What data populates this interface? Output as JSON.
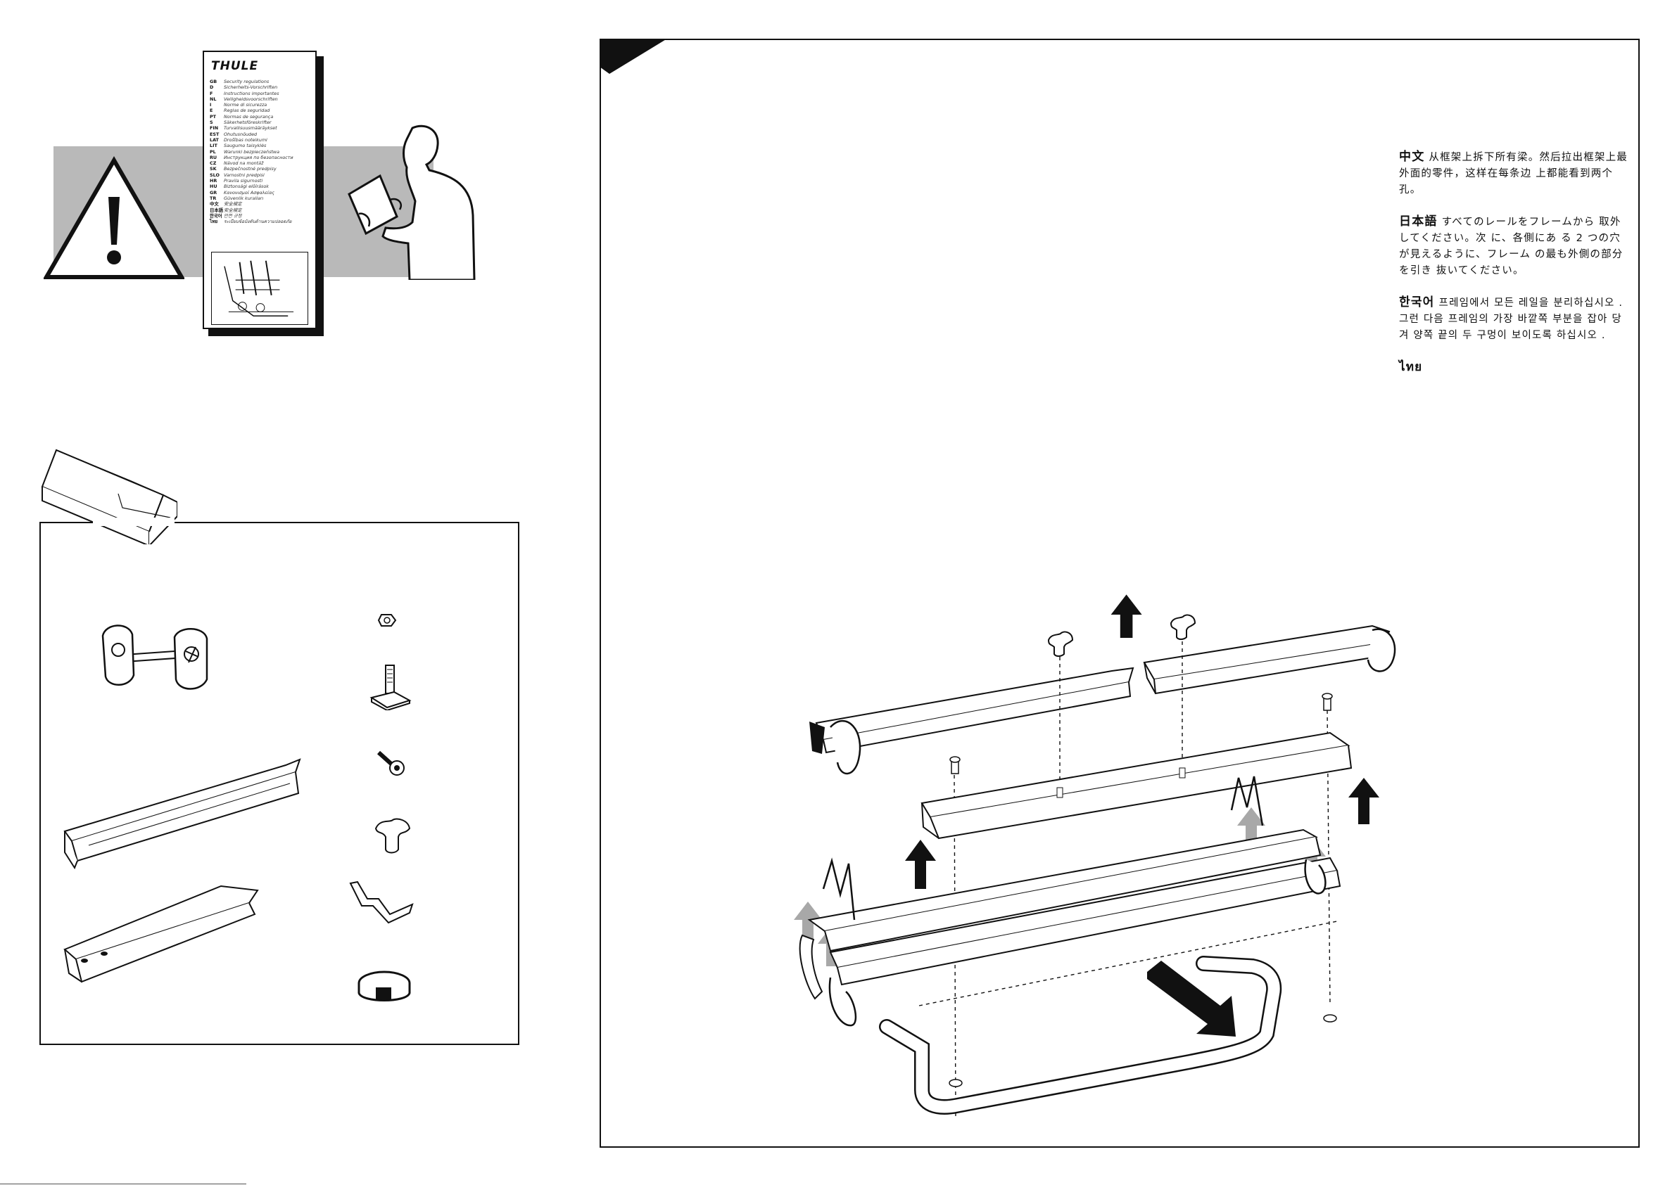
{
  "booklet": {
    "brand": "THULE",
    "languages": [
      {
        "code": "GB",
        "text": "Security regulations"
      },
      {
        "code": "D",
        "text": "Sicherheits-Vorschriften"
      },
      {
        "code": "F",
        "text": "Instructions importantes"
      },
      {
        "code": "NL",
        "text": "Veiligheidsvoorschriften"
      },
      {
        "code": "I",
        "text": "Norme di sicurezza"
      },
      {
        "code": "E",
        "text": "Reglas de seguridad"
      },
      {
        "code": "PT",
        "text": "Normas de segurança"
      },
      {
        "code": "S",
        "text": "Säkerhetsföreskrifter"
      },
      {
        "code": "FIN",
        "text": "Turvallisuusmääräykset"
      },
      {
        "code": "EST",
        "text": "Ohutusnõuded"
      },
      {
        "code": "LAT",
        "text": "Drošības noteikumi"
      },
      {
        "code": "LIT",
        "text": "Saugumo taisyklės"
      },
      {
        "code": "PL",
        "text": "Warunki bezpieczeństwa"
      },
      {
        "code": "RU",
        "text": "Инструкция по безопасности"
      },
      {
        "code": "CZ",
        "text": "Návod na montáž"
      },
      {
        "code": "SK",
        "text": "Bezpečnostné predpisy"
      },
      {
        "code": "SLO",
        "text": "Varnostni predpisi"
      },
      {
        "code": "HR",
        "text": "Pravila sigurnosti"
      },
      {
        "code": "HU",
        "text": "Biztonsági előírások"
      },
      {
        "code": "GR",
        "text": "Κανονισμοί Ασφαλείας"
      },
      {
        "code": "TR",
        "text": "Güvenlik kuralları"
      },
      {
        "code": "中文",
        "text": "安全規定"
      },
      {
        "code": "日本語",
        "text": "安全規定"
      },
      {
        "code": "한국어",
        "text": "안전 규정"
      },
      {
        "code": "ไทย",
        "text": "ระเบียบข้อบังคับด้านความปลอดภัย"
      }
    ]
  },
  "instructions": [
    {
      "lang": "中文",
      "text": "从框架上拆下所有梁。然后拉出框架上最外面的零件，这样在每条边 上都能看到两个 孔。"
    },
    {
      "lang": "日本語",
      "text": "すべてのレールをフレームから 取外してください。次 に、各側にあ る 2 つの穴が見えるように、フレーム の最も外側の部分を引き 抜いてください。"
    },
    {
      "lang": "한국어",
      "text": "프레임에서 모든 레일을 분리하십시오 . 그런 다음 프레임의 가장 바깥쪽 부분을 잡아 당겨 양쪽 끝의 두 구멍이 보이도록 하십시오 ."
    },
    {
      "lang": "ไทย",
      "text": ""
    }
  ],
  "colors": {
    "banner": "#b9b9b9",
    "arrow_dark": "#111111",
    "arrow_grey": "#a8a8a8",
    "line": "#111111"
  },
  "icons": [
    "warning-triangle-icon",
    "booklet-icon",
    "person-reading-icon",
    "box-icon",
    "up-arrow-icon",
    "pull-arrow-icon"
  ]
}
